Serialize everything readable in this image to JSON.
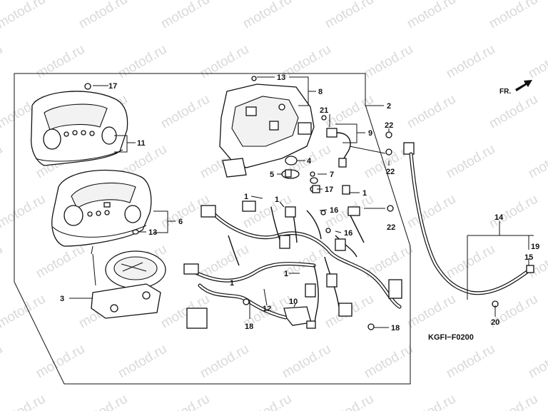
{
  "watermark": "motod.ru",
  "diagram_code": "KGFI−F0200",
  "front_marker": "FR.",
  "callouts": {
    "c1a": "1",
    "c1b": "1",
    "c1c": "1",
    "c1d": "1",
    "c1e": "1",
    "c2": "2",
    "c3": "3",
    "c4": "4",
    "c5": "5",
    "c6": "6",
    "c7": "7",
    "c8": "8",
    "c9": "9",
    "c10": "10",
    "c11": "11",
    "c12": "12",
    "c13a": "13",
    "c13b": "13",
    "c14": "14",
    "c15": "15",
    "c16a": "16",
    "c16b": "16",
    "c17a": "17",
    "c17b": "17",
    "c18a": "18",
    "c18b": "18",
    "c19": "19",
    "c20": "20",
    "c21": "21",
    "c22a": "22",
    "c22b": "22",
    "c22c": "22"
  }
}
